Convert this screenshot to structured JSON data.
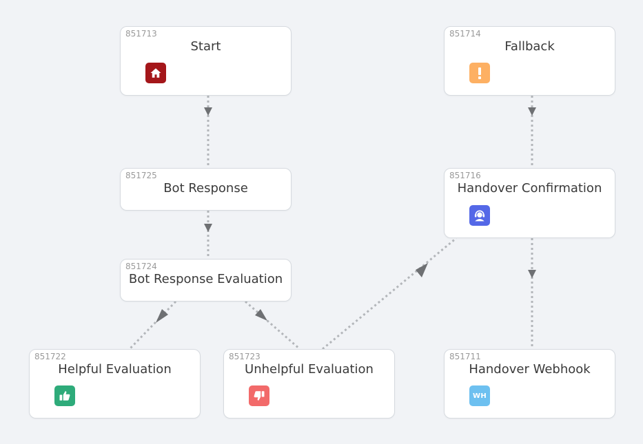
{
  "nodes": {
    "start": {
      "id": "851713",
      "title": "Start",
      "icon": "home-icon",
      "icon_color": "#a4161a"
    },
    "fallback": {
      "id": "851714",
      "title": "Fallback",
      "icon": "exclamation-icon",
      "icon_color": "#fdb063"
    },
    "bot_response": {
      "id": "851725",
      "title": "Bot Response"
    },
    "handover_confirmation": {
      "id": "851716",
      "title": "Handover Confirmation",
      "icon": "support-agent-icon",
      "icon_color": "#5468e7"
    },
    "bot_response_evaluation": {
      "id": "851724",
      "title": "Bot Response Evaluation"
    },
    "helpful_evaluation": {
      "id": "851722",
      "title": "Helpful Evaluation",
      "icon": "thumbs-up-icon",
      "icon_color": "#2eab7a"
    },
    "unhelpful_evaluation": {
      "id": "851723",
      "title": "Unhelpful Evaluation",
      "icon": "thumbs-down-icon",
      "icon_color": "#f26a6a"
    },
    "handover_webhook": {
      "id": "851711",
      "title": "Handover Webhook",
      "icon": "webhook-icon",
      "icon_text": "WH",
      "icon_color": "#6dc0f0"
    }
  },
  "edges": [
    {
      "from": "start",
      "to": "bot_response"
    },
    {
      "from": "bot_response",
      "to": "bot_response_evaluation"
    },
    {
      "from": "bot_response_evaluation",
      "to": "helpful_evaluation"
    },
    {
      "from": "bot_response_evaluation",
      "to": "unhelpful_evaluation"
    },
    {
      "from": "unhelpful_evaluation",
      "to": "handover_confirmation"
    },
    {
      "from": "fallback",
      "to": "handover_confirmation"
    },
    {
      "from": "handover_confirmation",
      "to": "handover_webhook"
    }
  ],
  "colors": {
    "edge": "#b3b6ba",
    "arrow": "#6e7073"
  }
}
